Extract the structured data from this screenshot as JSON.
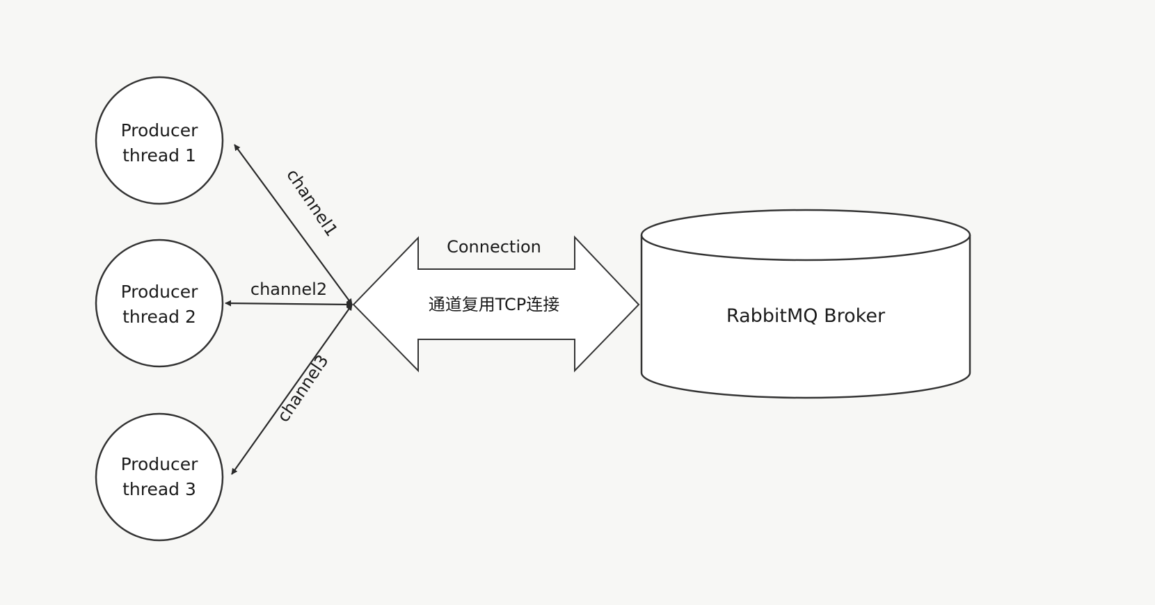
{
  "diagram": {
    "producers": [
      {
        "line1": "Producer",
        "line2": "thread 1"
      },
      {
        "line1": "Producer",
        "line2": "thread 2"
      },
      {
        "line1": "Producer",
        "line2": "thread 3"
      }
    ],
    "channels": [
      "channel1",
      "channel2",
      "channel3"
    ],
    "connection_label": "Connection",
    "multiplex_label": "通道复用TCP连接",
    "broker_label": "RabbitMQ Broker"
  }
}
